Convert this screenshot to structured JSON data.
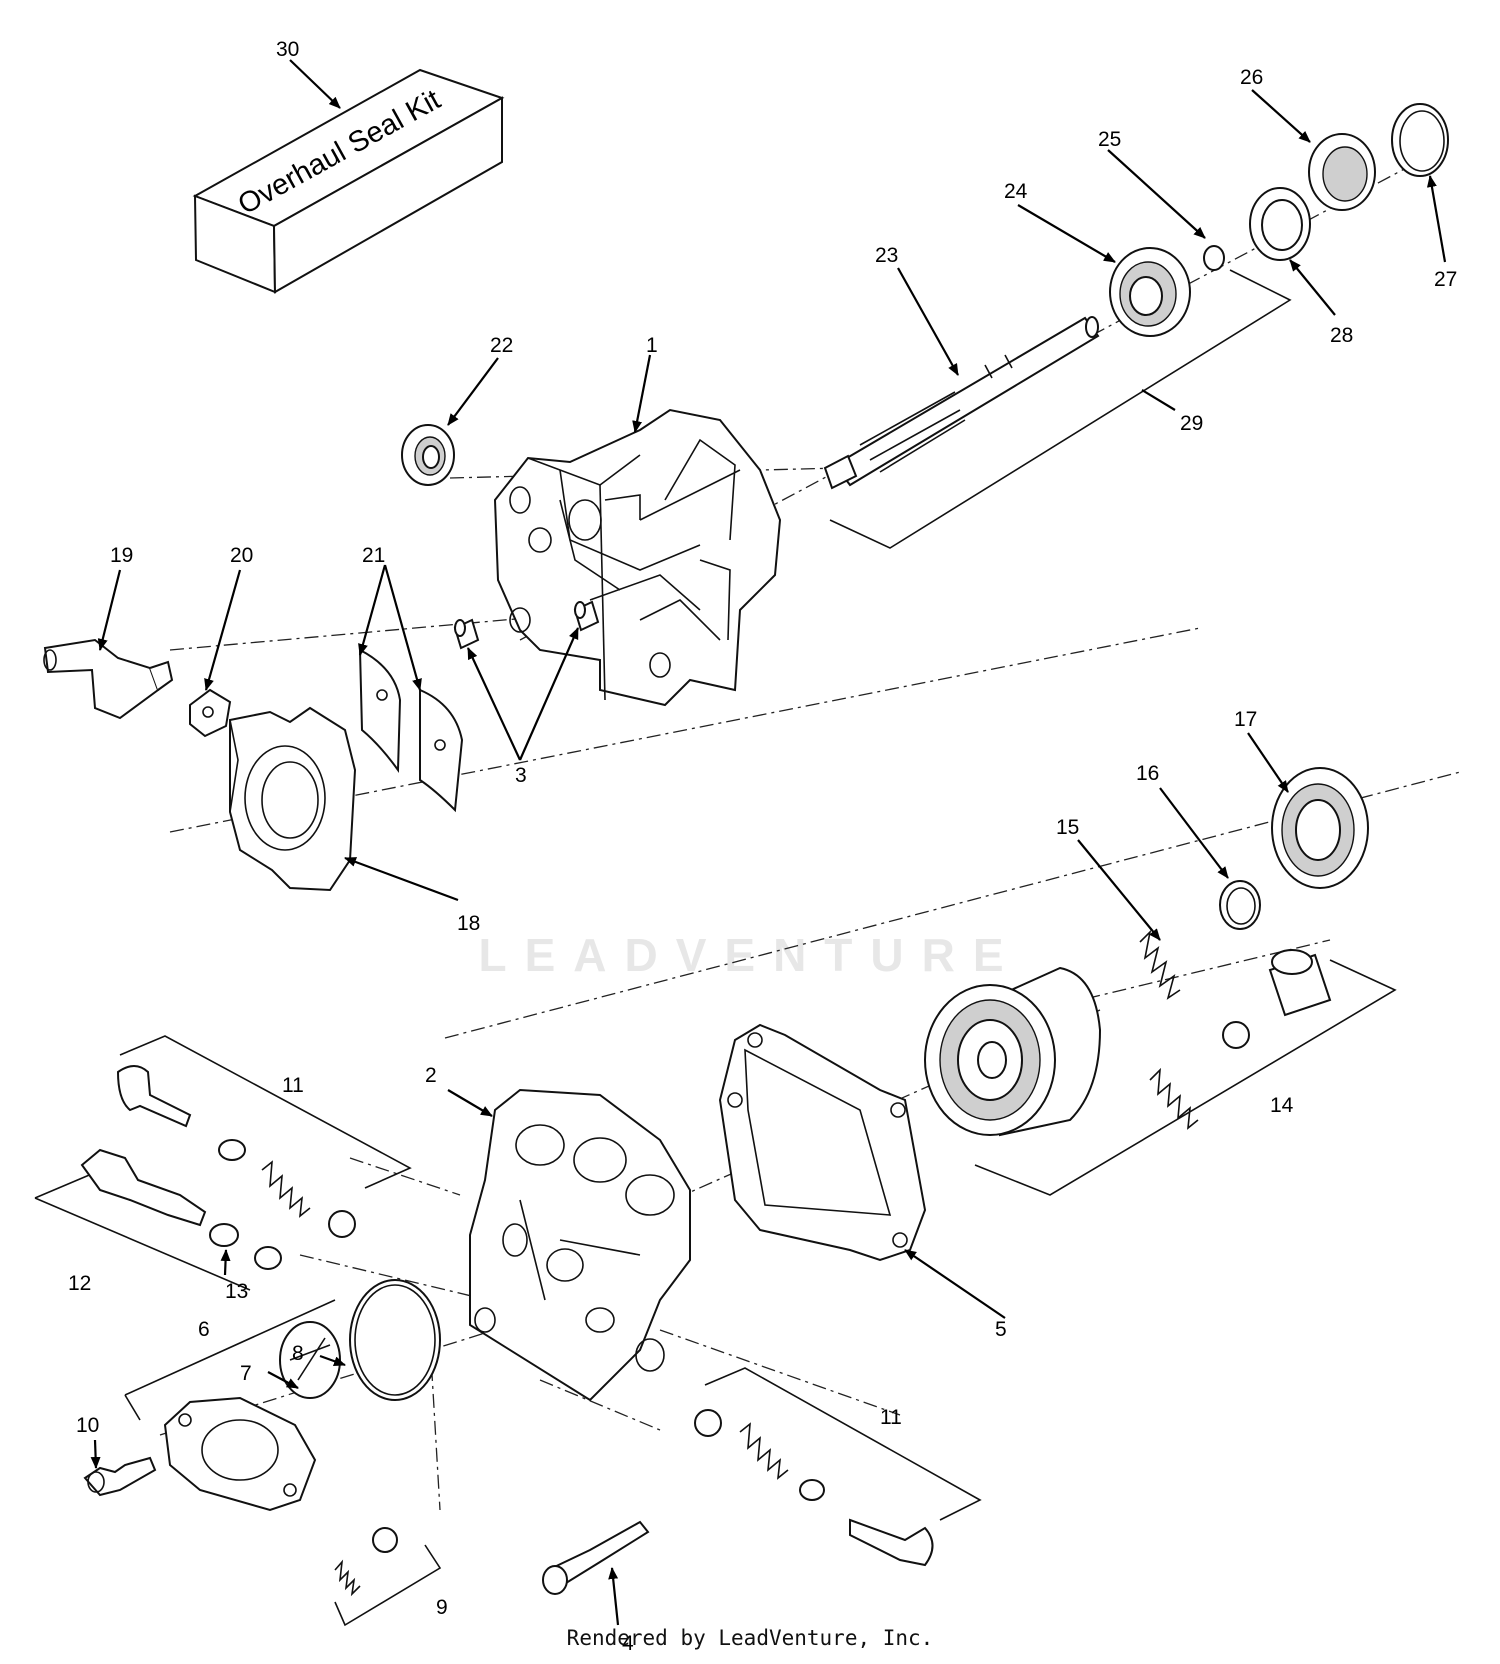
{
  "kit_label": "Overhaul Seal Kit",
  "watermark": "LEADVENTURE",
  "footer": "Rendered by LeadVenture, Inc.",
  "callouts": [
    {
      "id": "c30",
      "text": "30"
    },
    {
      "id": "c26",
      "text": "26"
    },
    {
      "id": "c25",
      "text": "25"
    },
    {
      "id": "c24",
      "text": "24"
    },
    {
      "id": "c27",
      "text": "27"
    },
    {
      "id": "c28",
      "text": "28"
    },
    {
      "id": "c23",
      "text": "23"
    },
    {
      "id": "c22",
      "text": "22"
    },
    {
      "id": "c1",
      "text": "1"
    },
    {
      "id": "c29",
      "text": "29"
    },
    {
      "id": "c19",
      "text": "19"
    },
    {
      "id": "c20",
      "text": "20"
    },
    {
      "id": "c21",
      "text": "21"
    },
    {
      "id": "c3",
      "text": "3"
    },
    {
      "id": "c17",
      "text": "17"
    },
    {
      "id": "c16",
      "text": "16"
    },
    {
      "id": "c15",
      "text": "15"
    },
    {
      "id": "c18",
      "text": "18"
    },
    {
      "id": "c11a",
      "text": "11"
    },
    {
      "id": "c2",
      "text": "2"
    },
    {
      "id": "c14",
      "text": "14"
    },
    {
      "id": "c12",
      "text": "12"
    },
    {
      "id": "c13",
      "text": "13"
    },
    {
      "id": "c5",
      "text": "5"
    },
    {
      "id": "c6",
      "text": "6"
    },
    {
      "id": "c8",
      "text": "8"
    },
    {
      "id": "c7",
      "text": "7"
    },
    {
      "id": "c10",
      "text": "10"
    },
    {
      "id": "c11b",
      "text": "11"
    },
    {
      "id": "c9",
      "text": "9"
    },
    {
      "id": "c4",
      "text": "4"
    }
  ]
}
